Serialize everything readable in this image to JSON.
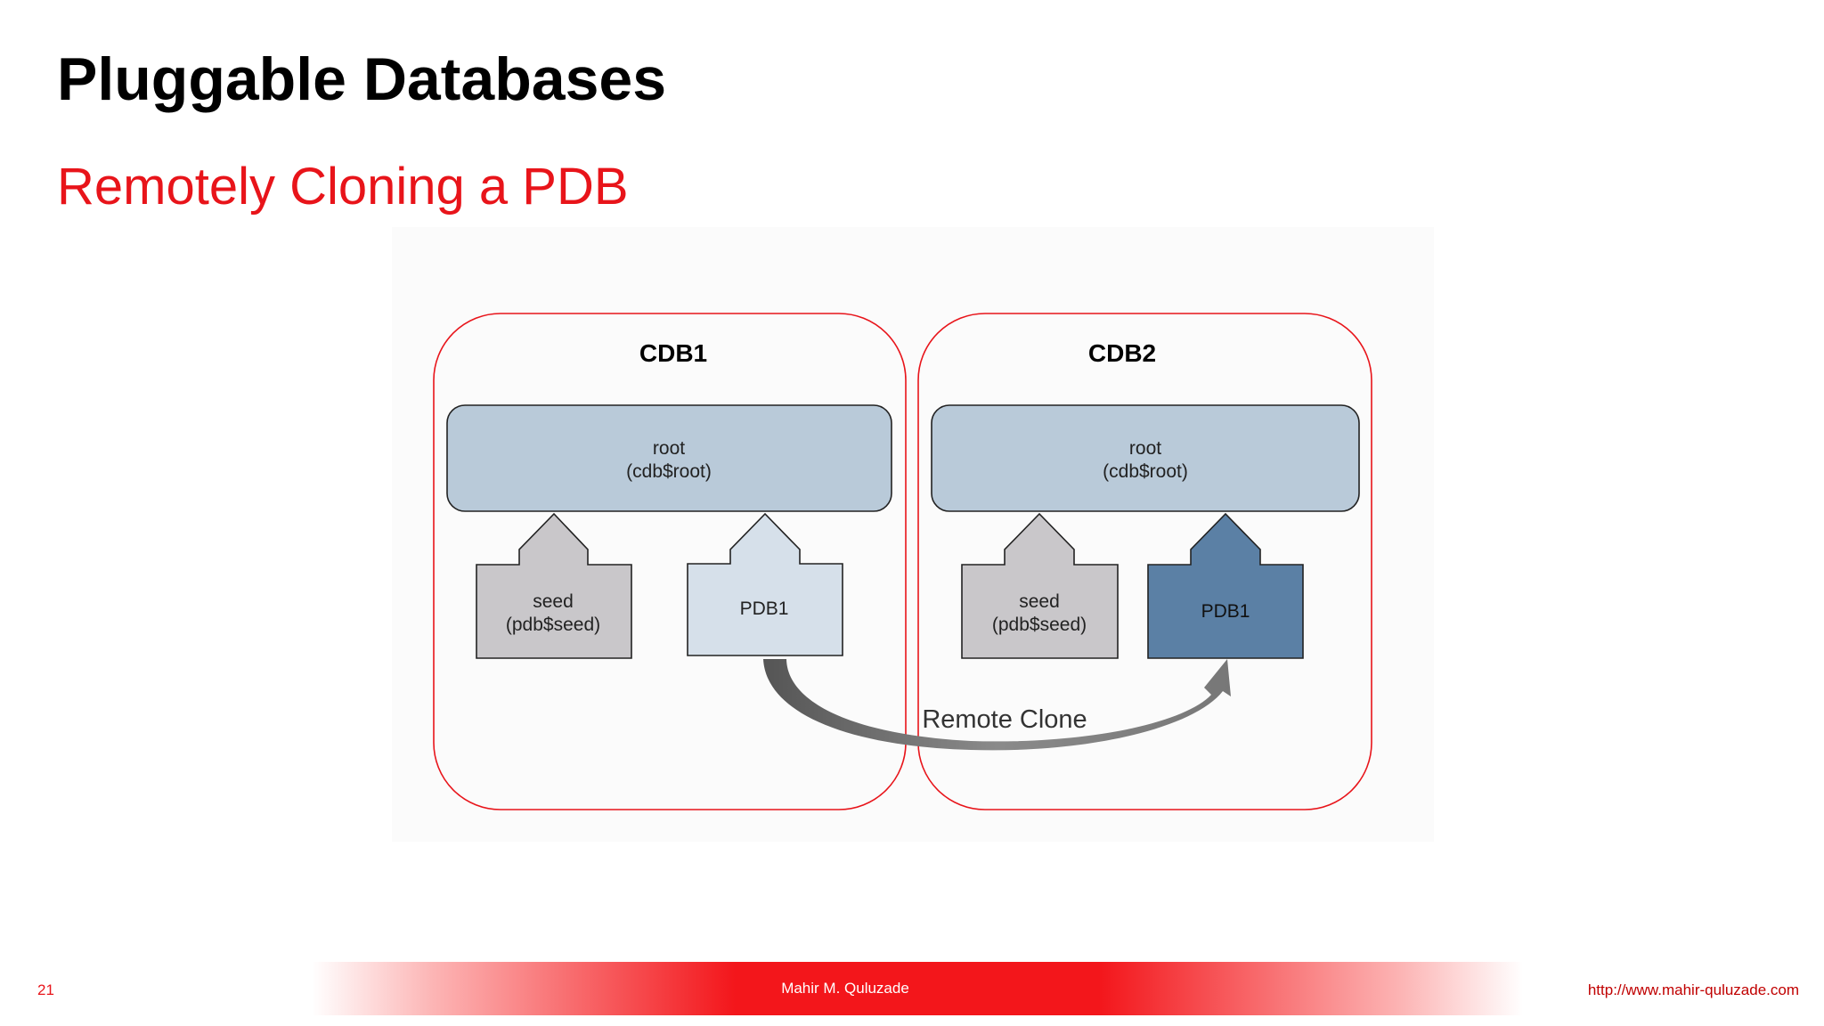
{
  "slide": {
    "title": "Pluggable Databases",
    "subtitle": "Remotely Cloning a PDB"
  },
  "diagram": {
    "cdb1": {
      "label": "CDB1",
      "root_line1": "root",
      "root_line2": "(cdb$root)",
      "seed_line1": "seed",
      "seed_line2": "(pdb$seed)",
      "pdb_label": "PDB1"
    },
    "cdb2": {
      "label": "CDB2",
      "root_line1": "root",
      "root_line2": "(cdb$root)",
      "seed_line1": "seed",
      "seed_line2": "(pdb$seed)",
      "pdb_label": "PDB1"
    },
    "clone_label": "Remote Clone"
  },
  "footer": {
    "page_number": "21",
    "author": "Mahir M. Quluzade",
    "website": "http://www.mahir-quluzade.com"
  },
  "colors": {
    "accent_red": "#e8141a",
    "root_fill": "#b9cad9",
    "seed_fill": "#c9c7ca",
    "source_pdb_fill": "#d6e0ea",
    "clone_pdb_fill": "#5b80a5",
    "arrow_gray": "#707070"
  }
}
